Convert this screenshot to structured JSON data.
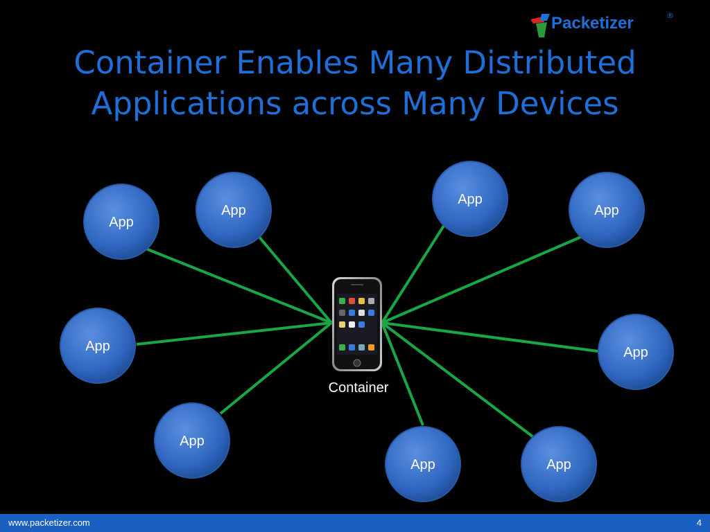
{
  "title": "Container Enables Many Distributed Applications across Many Devices",
  "logo": {
    "text": "Packetizer",
    "registered": "®"
  },
  "diagram": {
    "center": {
      "label": "Container",
      "icon": "smartphone-icon"
    },
    "apps": [
      "App",
      "App",
      "App",
      "App",
      "App",
      "App",
      "App",
      "App",
      "App"
    ],
    "connector_color": "#17a845",
    "node_color": "#3570c8"
  },
  "footer": {
    "url": "www.packetizer.com",
    "page": "4"
  }
}
